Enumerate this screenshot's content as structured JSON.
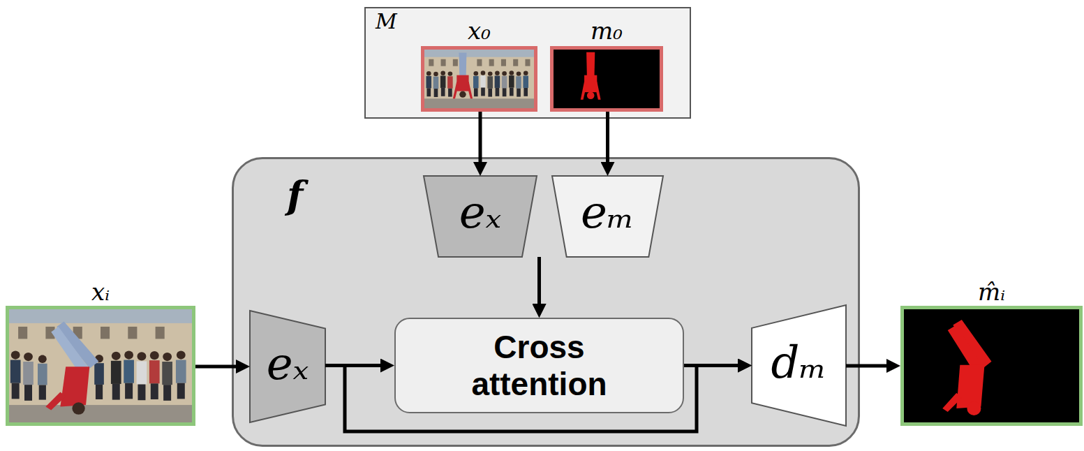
{
  "diagram": {
    "nodes": [
      {
        "text": [
          "M"
        ]
      },
      {
        "text": [
          "x₀"
        ],
        "in": 0
      },
      {
        "text": [
          "m₀"
        ],
        "in": 0
      },
      {
        "text": [
          "f"
        ]
      },
      {
        "text": [
          "eₓ"
        ],
        "in": 3
      },
      {
        "text": [
          "eₘ"
        ],
        "in": 3
      },
      {
        "text": [
          "eₓ"
        ],
        "in": 3
      },
      {
        "text": [
          "Cross attention"
        ],
        "in": 3
      },
      {
        "text": [
          "dₘ"
        ],
        "in": 3
      },
      {
        "text": [
          "xᵢ"
        ]
      },
      {
        "text": [
          "m̂ᵢ"
        ]
      }
    ],
    "edges": [
      {
        "from": 1,
        "to": 4,
        "arrow": "to"
      },
      {
        "from": 2,
        "to": 5,
        "arrow": "to"
      },
      {
        "from": 4,
        "to": 7,
        "arrow": "to"
      },
      {
        "from": 5,
        "to": 7,
        "arrow": "to"
      },
      {
        "from": 9,
        "to": 6,
        "arrow": "to"
      },
      {
        "from": 6,
        "to": 7,
        "arrow": "to"
      },
      {
        "from": 7,
        "to": 8,
        "arrow": "to"
      },
      {
        "from": 8,
        "to": 10,
        "arrow": "to"
      },
      {
        "from": 6,
        "to": 8,
        "arrow": "to"
      }
    ]
  }
}
